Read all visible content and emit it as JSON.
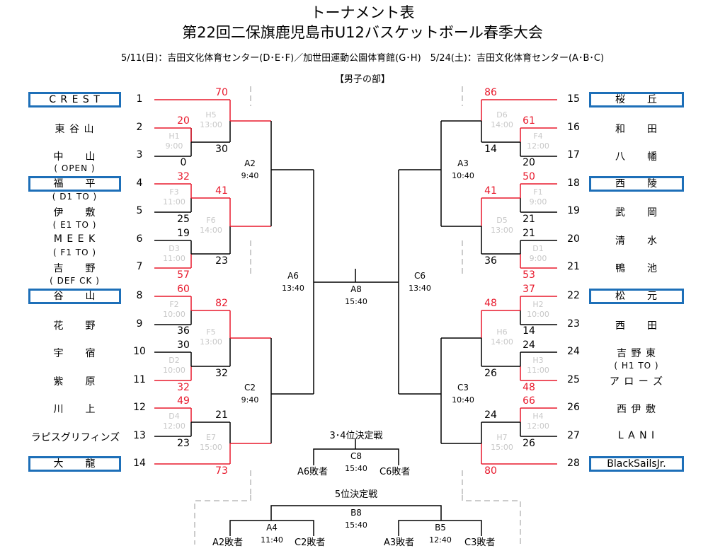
{
  "header": {
    "title": "トーナメント表",
    "subtitle": "第22回二保旗鹿児島市U12バスケットボール春季大会",
    "dates": "5/11(日)：吉田文化体育センター(D･E･F)／加世田運動公園体育館(G･H)　5/24(土)：吉田文化体育センター(A･B･C)",
    "division": "【男子の部】"
  },
  "left_teams": [
    {
      "seed": "1",
      "name": "C R E S T",
      "boxed": true
    },
    {
      "seed": "2",
      "name": "東 谷 山",
      "boxed": false
    },
    {
      "seed": "3",
      "name": "中　　山",
      "note": "( OPEN )",
      "boxed": false
    },
    {
      "seed": "4",
      "name": "福　　平",
      "note": "( D1 TO )",
      "boxed": true
    },
    {
      "seed": "5",
      "name": "伊　　敷",
      "note": "( E1 TO )",
      "boxed": false
    },
    {
      "seed": "6",
      "name": "M E E K",
      "note": "( F1 TO )",
      "boxed": false
    },
    {
      "seed": "7",
      "name": "吉　　野",
      "note": "( DEF CK )",
      "boxed": false
    },
    {
      "seed": "8",
      "name": "谷　　山",
      "boxed": true
    },
    {
      "seed": "9",
      "name": "花　　野",
      "boxed": false
    },
    {
      "seed": "10",
      "name": "宇　　宿",
      "boxed": false
    },
    {
      "seed": "11",
      "name": "紫　　原",
      "boxed": false
    },
    {
      "seed": "12",
      "name": "川　　上",
      "boxed": false
    },
    {
      "seed": "13",
      "name": "ラピスグリフィンズ",
      "boxed": false
    },
    {
      "seed": "14",
      "name": "大　　龍",
      "boxed": true
    }
  ],
  "right_teams": [
    {
      "seed": "15",
      "name": "桜　　丘",
      "boxed": true
    },
    {
      "seed": "16",
      "name": "和　　田",
      "boxed": false
    },
    {
      "seed": "17",
      "name": "八　　幡",
      "boxed": false
    },
    {
      "seed": "18",
      "name": "西　　陵",
      "boxed": true
    },
    {
      "seed": "19",
      "name": "武　　岡",
      "boxed": false
    },
    {
      "seed": "20",
      "name": "清　　水",
      "boxed": false
    },
    {
      "seed": "21",
      "name": "鴨　　池",
      "boxed": false
    },
    {
      "seed": "22",
      "name": "松　　元",
      "boxed": true
    },
    {
      "seed": "23",
      "name": "西　　田",
      "boxed": false
    },
    {
      "seed": "24",
      "name": "吉 野 東",
      "note": "( H1 TO )",
      "boxed": false
    },
    {
      "seed": "25",
      "name": "ア ロ ー ズ",
      "boxed": false
    },
    {
      "seed": "26",
      "name": "西 伊 敷",
      "boxed": false
    },
    {
      "seed": "27",
      "name": "L A N I",
      "boxed": false
    },
    {
      "seed": "28",
      "name": "BlackSailsJr.",
      "boxed": true
    }
  ],
  "first_round": [
    {
      "code": "H1",
      "time": "9:00",
      "top": "20",
      "bottom": "0"
    },
    {
      "code": "F3",
      "time": "11:00",
      "top": "32",
      "bottom": "25"
    },
    {
      "code": "D3",
      "time": "11:00",
      "top": "19",
      "bottom": "57"
    },
    {
      "code": "F2",
      "time": "10:00",
      "top": "60",
      "bottom": "36"
    },
    {
      "code": "D2",
      "time": "10:00",
      "top": "30",
      "bottom": "32"
    },
    {
      "code": "D4",
      "time": "12:00",
      "top": "49",
      "bottom": "23"
    },
    {
      "code": "F4",
      "time": "12:00",
      "top": "61",
      "bottom": "20"
    },
    {
      "code": "F1",
      "time": "9:00",
      "top": "50",
      "bottom": "21"
    },
    {
      "code": "D1",
      "time": "9:00",
      "top": "21",
      "bottom": "53"
    },
    {
      "code": "H2",
      "time": "10:00",
      "top": "37",
      "bottom": "14"
    },
    {
      "code": "H3",
      "time": "11:00",
      "top": "24",
      "bottom": "48"
    },
    {
      "code": "H4",
      "time": "12:00",
      "top": "66",
      "bottom": "26"
    }
  ],
  "second_round": [
    {
      "code": "H5",
      "time": "13:00",
      "top": "70",
      "bottom": "30"
    },
    {
      "code": "F6",
      "time": "14:00",
      "top": "41",
      "bottom": "23"
    },
    {
      "code": "F5",
      "time": "13:00",
      "top": "82",
      "bottom": "32"
    },
    {
      "code": "E7",
      "time": "15:00",
      "top": "21",
      "bottom": "73"
    },
    {
      "code": "D6",
      "time": "14:00",
      "top": "86",
      "bottom": "14"
    },
    {
      "code": "D5",
      "time": "13:00",
      "top": "41",
      "bottom": "36"
    },
    {
      "code": "H6",
      "time": "14:00",
      "top": "48",
      "bottom": "26"
    },
    {
      "code": "H7",
      "time": "15:00",
      "top": "24",
      "bottom": "80"
    }
  ],
  "later_games": {
    "A2": {
      "code": "A2",
      "time": "9:40"
    },
    "C2": {
      "code": "C2",
      "time": "9:40"
    },
    "A3": {
      "code": "A3",
      "time": "10:40"
    },
    "C3": {
      "code": "C3",
      "time": "10:40"
    },
    "A6": {
      "code": "A6",
      "time": "13:40"
    },
    "C6": {
      "code": "C6",
      "time": "13:40"
    },
    "A8": {
      "code": "A8",
      "time": "15:40"
    }
  },
  "third_place": {
    "title": "3･4位決定戦",
    "code": "C8",
    "time": "15:40",
    "left": "A6敗者",
    "right": "C6敗者"
  },
  "fifth_place": {
    "title": "5位決定戦",
    "code": "B8",
    "time": "15:40",
    "a4": {
      "code": "A4",
      "time": "11:40",
      "left": "A2敗者",
      "right": "C2敗者"
    },
    "b5": {
      "code": "B5",
      "time": "12:40",
      "left": "A3敗者",
      "right": "C3敗者"
    }
  },
  "colors": {
    "winner_line": "#e8192c",
    "box_border": "#1d6fb8",
    "game_code": "#c8c8c8"
  }
}
